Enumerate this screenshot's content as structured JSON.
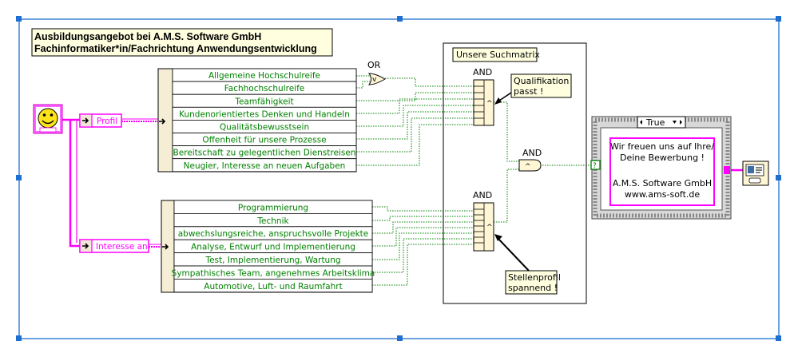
{
  "title": {
    "line1": "Ausbildungsangebot bei A.M.S. Software GmbH",
    "line2": "Fachinformatiker*in/Fachrichtung Anwendungsentwicklung"
  },
  "profil_label": "Profil",
  "interesse_label": "Interesse an",
  "profil_items": [
    "Allgemeine Hochschulreife",
    "Fachhochschulreife",
    "Teamfähigkeit",
    "Kundenorientiertes Denken und Handeln",
    "Qualitätsbewusstsein",
    "Offenheit für unsere Prozesse",
    "Bereitschaft zu gelegentlichen Dienstreisen",
    "Neugier, Interesse an neuen Aufgaben"
  ],
  "interesse_items": [
    "Programmierung",
    "Technik",
    "abwechslungsreiche, anspruchsvolle Projekte",
    "Analyse, Entwurf und Implementierung",
    "Test, Implementierung, Wartung",
    "Sympathisches Team, angenehmes Arbeitsklima",
    "Automotive, Luft- und Raumfahrt"
  ],
  "or_label": "OR",
  "or_symbol": "v",
  "and_label": "AND",
  "and_symbol": "^",
  "suchmatrix_label": "Unsere Suchmatrix",
  "qualifikation_note": [
    "Qualifikation",
    "passt !"
  ],
  "stellenprofil_note": [
    "Stellenprofil",
    "spannend !"
  ],
  "case_label": "True",
  "message_lines": [
    "Wir freuen uns auf Ihre/",
    "Deine Bewerbung !",
    "",
    "A.M.S. Software GmbH",
    "www.ams-soft.de"
  ],
  "bool_indicator": "?",
  "colors": {
    "string_wire": "#ff00ff",
    "bool_wire": "#008000",
    "note_fill": "#ffffe0",
    "selection": "#1e6fd0"
  }
}
